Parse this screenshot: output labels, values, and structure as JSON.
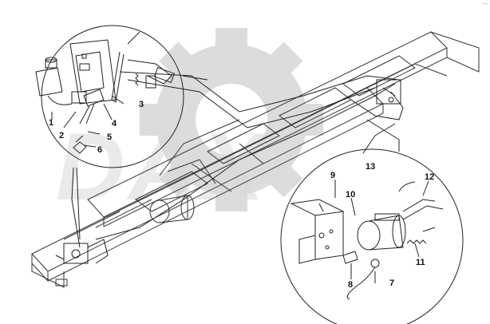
{
  "corner_mark": "—",
  "watermark": {
    "text": "DAX",
    "color": "#d9d9d9"
  },
  "callouts": [
    {
      "id": "1",
      "label": "1"
    },
    {
      "id": "2",
      "label": "2"
    },
    {
      "id": "3",
      "label": "3"
    },
    {
      "id": "4",
      "label": "4"
    },
    {
      "id": "5",
      "label": "5"
    },
    {
      "id": "6",
      "label": "6"
    },
    {
      "id": "7",
      "label": "7"
    },
    {
      "id": "8",
      "label": "8"
    },
    {
      "id": "9",
      "label": "9"
    },
    {
      "id": "10",
      "label": "10"
    },
    {
      "id": "11",
      "label": "11"
    },
    {
      "id": "12",
      "label": "12"
    },
    {
      "id": "13",
      "label": "13"
    }
  ],
  "colors": {
    "line": "#222222",
    "frame": "#333333",
    "watermark": "#d9d9d9"
  }
}
